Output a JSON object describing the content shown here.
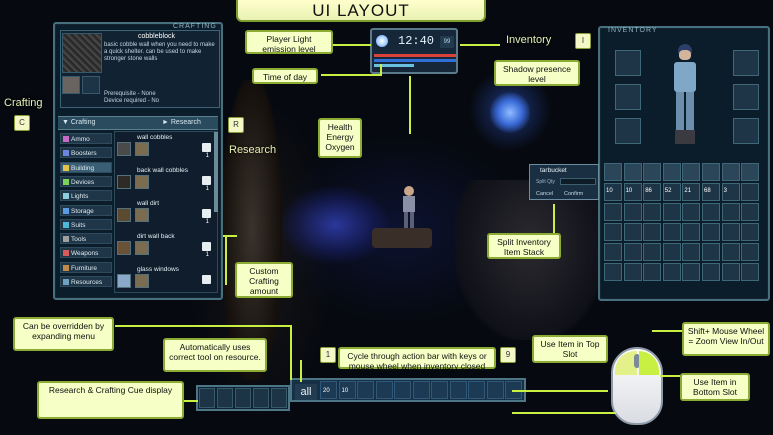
{
  "title": "UI LAYOUT",
  "colors": {
    "note_bg": "#f6ffc6",
    "note_border": "#8cab33",
    "arrow": "#c8f043",
    "panel": "#0c1e2c",
    "health": "#d9413a",
    "energy": "#2f6fd8"
  },
  "notes": {
    "player_light": "Player Light emission level",
    "time_of_day": "Time of day",
    "health": "Health Energy Oxygen",
    "shadow": "Shadow presence level",
    "custom_amount": "Custom Crafting amount",
    "split_stack": "Split Inventory Item Stack",
    "overridden": "Can be overridden by expanding menu",
    "auto_tool": "Automatically uses correct tool on resource.",
    "cycle": "Cycle through action bar with keys or mouse wheel when inventory closed",
    "research_cue": "Research & Crafting Cue display",
    "use_top": "Use Item in Top Slot",
    "zoom": "Shift+ Mouse Wheel = Zoom View In/Out",
    "use_bottom": "Use Item in Bottom Slot"
  },
  "labels": {
    "crafting": "Crafting",
    "research": "Research",
    "inventory": "Inventory"
  },
  "keys": {
    "crafting": "C",
    "research": "R",
    "inventory": "I",
    "cycle_left": "1",
    "cycle_right": "9"
  },
  "crafting_panel": {
    "header": "CRAFTING",
    "item_name": "cobbleblock",
    "item_desc": "basic cobble wall when you need to make a quick shelter. can be used to make stronger stone walls",
    "prereq": "Prerequisite - None",
    "device": "Device required - No",
    "tab_crafting": "Crafting",
    "tab_research": "Research",
    "categories": [
      {
        "label": "Ammo",
        "color": "#c86bc8"
      },
      {
        "label": "Boosters",
        "color": "#6b86e0"
      },
      {
        "label": "Building",
        "color": "#e6c24a"
      },
      {
        "label": "Devices",
        "color": "#7bd15a"
      },
      {
        "label": "Lights",
        "color": "#8ccde0"
      },
      {
        "label": "Storage",
        "color": "#5a9ae0"
      },
      {
        "label": "Suits",
        "color": "#4fb8d8"
      },
      {
        "label": "Tools",
        "color": "#a0a0a0"
      },
      {
        "label": "Weapons",
        "color": "#d85a5a"
      },
      {
        "label": "Furniture",
        "color": "#c08a4a"
      },
      {
        "label": "Resources",
        "color": "#6fa0c0"
      }
    ],
    "recipes": [
      {
        "name": "wall cobbles",
        "qty": "1"
      },
      {
        "name": "back wall cobbles",
        "qty": "1"
      },
      {
        "name": "wall dirt",
        "qty": "1"
      },
      {
        "name": "dirt wall back",
        "qty": "1"
      },
      {
        "name": "glass windows",
        "qty": ""
      }
    ]
  },
  "hud": {
    "time": "12:40",
    "shadow_value": "99"
  },
  "inventory_panel": {
    "header": "INVENTORY",
    "counts": [
      "10",
      "10",
      "86",
      "52",
      "21",
      "68",
      "3"
    ]
  },
  "split_popup": {
    "title": "tarbucket",
    "split_label": "Split Qty",
    "cancel": "Cancel",
    "confirm": "Confirm"
  },
  "hotbar": {
    "mode_label": "all",
    "counts": [
      "20",
      "10"
    ]
  }
}
